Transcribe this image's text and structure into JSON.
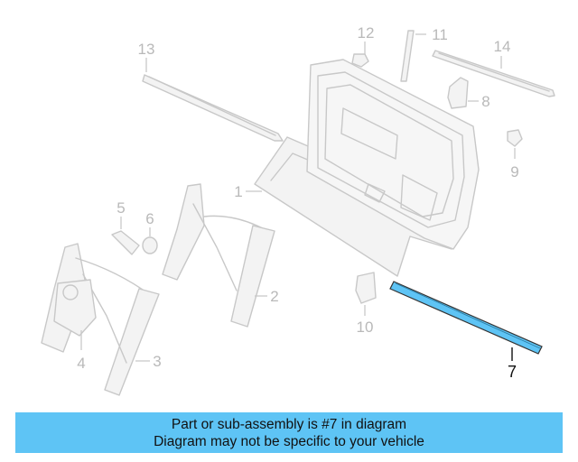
{
  "diagram": {
    "callouts": [
      {
        "id": "c1",
        "label": "1"
      },
      {
        "id": "c2",
        "label": "2"
      },
      {
        "id": "c3",
        "label": "3"
      },
      {
        "id": "c4",
        "label": "4"
      },
      {
        "id": "c5",
        "label": "5"
      },
      {
        "id": "c6",
        "label": "6"
      },
      {
        "id": "c7",
        "label": "7"
      },
      {
        "id": "c8",
        "label": "8"
      },
      {
        "id": "c9",
        "label": "9"
      },
      {
        "id": "c10",
        "label": "10"
      },
      {
        "id": "c11",
        "label": "11"
      },
      {
        "id": "c12",
        "label": "12"
      },
      {
        "id": "c13",
        "label": "13"
      },
      {
        "id": "c14",
        "label": "14"
      }
    ],
    "highlighted_part": "7",
    "colors": {
      "highlight": "#5ec4f5",
      "parts_line": "#c8c8c8",
      "callout_text": "#b9b9b9",
      "banner_bg": "#5ec4f5"
    }
  },
  "banner": {
    "line1": "Part or sub-assembly is #7 in diagram",
    "line2": "Diagram may not be specific to your vehicle"
  }
}
